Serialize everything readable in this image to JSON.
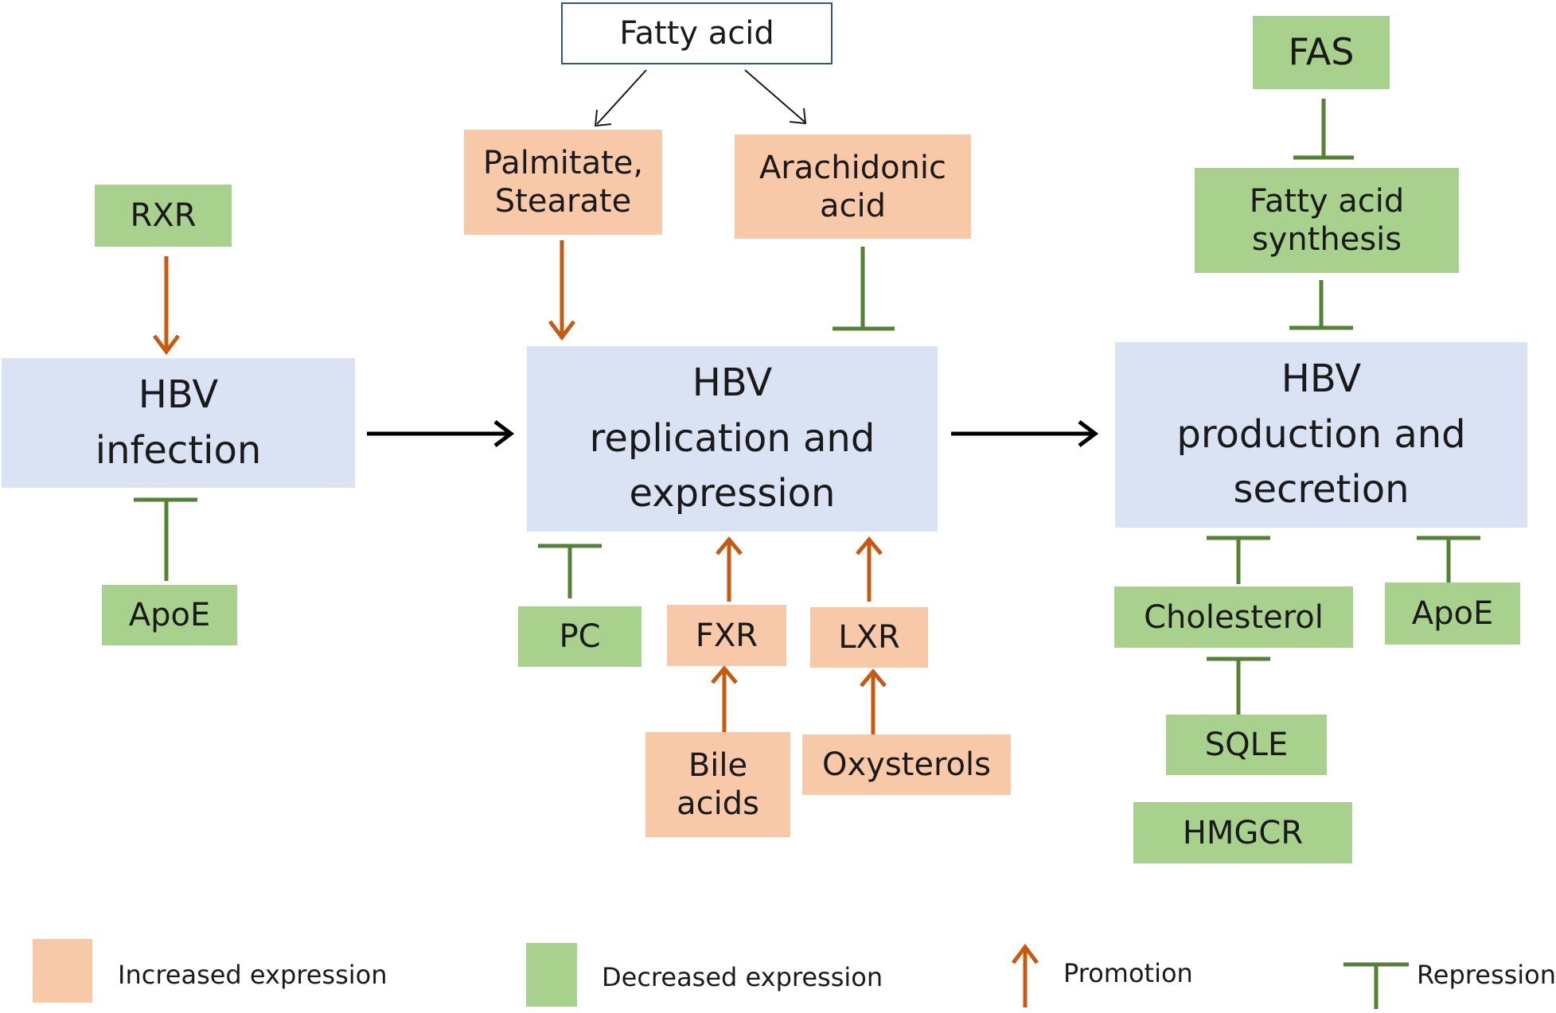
{
  "nodes": {
    "fatty_acid": "Fatty acid",
    "fas": "FAS",
    "palmitate_stearate": "Palmitate,\nStearate",
    "arachidonic_acid": "Arachidonic\nacid",
    "rxr": "RXR",
    "fatty_acid_synthesis": "Fatty acid\nsynthesis",
    "hbv_infection": "HBV\ninfection",
    "hbv_replication": "HBV\nreplication and\nexpression",
    "hbv_production": "HBV\nproduction and\nsecretion",
    "apoe_left": "ApoE",
    "pc": "PC",
    "fxr": "FXR",
    "lxr": "LXR",
    "bile_acids": "Bile\nacids",
    "oxysterols": "Oxysterols",
    "cholesterol": "Cholesterol",
    "apoe_right": "ApoE",
    "sqle": "SQLE",
    "hmgcr": "HMGCR"
  },
  "legend": {
    "increased": "Increased expression",
    "decreased": "Decreased expression",
    "promotion": "Promotion",
    "repression": "Repression"
  },
  "colors": {
    "increased": "#f8c9a9",
    "decreased": "#a9d18e",
    "hbv_box": "#dae3f3",
    "promotion_arrow": "#c55a11",
    "repression_bar": "#548235",
    "flow_arrow": "#000000"
  }
}
